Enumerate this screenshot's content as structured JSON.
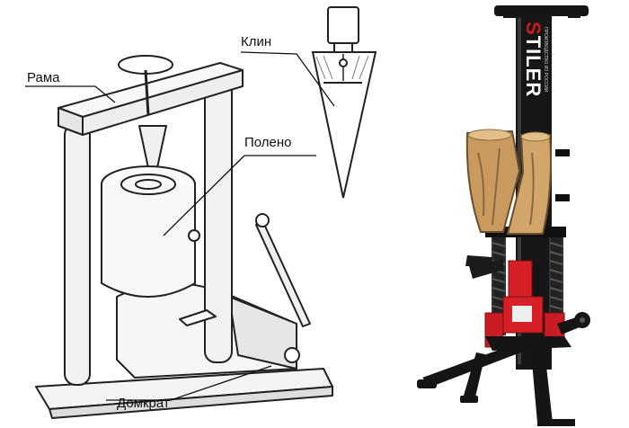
{
  "labels": {
    "frame": "Рама",
    "wedge": "Клин",
    "log": "Полено",
    "jack": "Домкрат"
  },
  "photo": {
    "brand": "STILER",
    "brand_first_letter": "S",
    "brand_rest": "TILER",
    "side_text": "ПРОИЗВОДСТВО ИЗ РОССИИ",
    "colors": {
      "frame": "#141414",
      "jack": "#d61f26",
      "brand_red": "#c81c1c",
      "wood": "#c89a5e",
      "bark": "#6b4e2c"
    }
  }
}
